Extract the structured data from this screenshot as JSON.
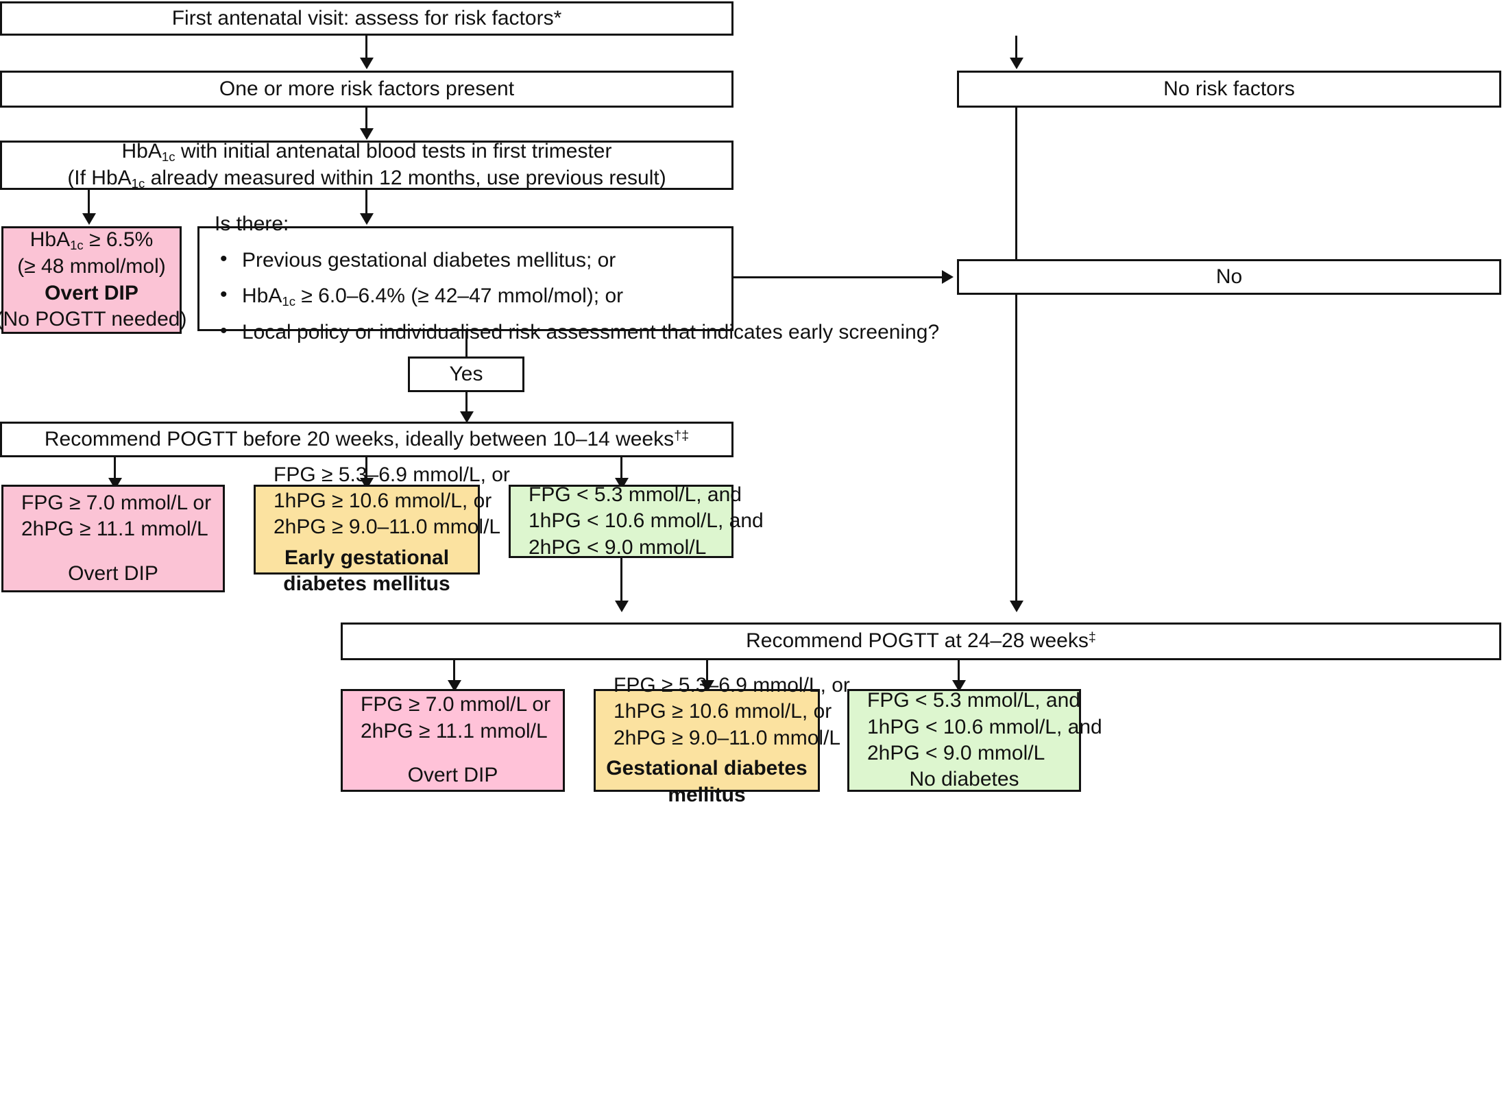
{
  "flowchart": {
    "title_node": {
      "label": "First antenatal visit: assess for risk factors*"
    },
    "risk_present": {
      "label": "One or more risk factors present"
    },
    "no_risk": {
      "label": "No risk factors"
    },
    "hba1c_test": {
      "line1_a": "HbA",
      "line1_sub": "1c",
      "line1_b": " with initial antenatal blood tests in first trimester",
      "line2_a": "(If HbA",
      "line2_sub": "1c",
      "line2_b": " already measured within 12 months, use previous result)"
    },
    "hba1c_high": {
      "line1_a": "HbA",
      "line1_sub": "1c",
      "line1_b": " ≥ 6.5%",
      "line2": "(≥ 48 mmol/mol)",
      "line3": "Overt DIP",
      "line4": "(No POGTT needed)"
    },
    "is_there": {
      "heading": "Is there:",
      "bullet1": "Previous gestational diabetes mellitus; or",
      "bullet2_a": "HbA",
      "bullet2_sub": "1c",
      "bullet2_b": " ≥ 6.0–6.4% (≥ 42–47 mmol/mol); or",
      "bullet3": "Local policy or individualised risk assessment that indicates early screening?"
    },
    "decision_no": {
      "label": "No"
    },
    "decision_yes": {
      "label": "Yes"
    },
    "pogtt_early": {
      "label_a": "Recommend POGTT before 20 weeks, ideally between 10–14 weeks",
      "label_sup": "†‡"
    },
    "early_results": [
      {
        "color": "pink",
        "lines": [
          "FPG ≥ 7.0 mmol/L or",
          "2hPG ≥ 11.1 mmol/L"
        ],
        "verdict": [
          "Overt DIP"
        ],
        "verdict_bold": false
      },
      {
        "color": "yellow",
        "lines": [
          "FPG ≥ 5.3–6.9 mmol/L, or",
          "1hPG ≥ 10.6 mmol/L, or",
          "2hPG ≥ 9.0–11.0 mmol/L"
        ],
        "verdict": [
          "Early gestational",
          "diabetes mellitus"
        ],
        "verdict_bold": true
      },
      {
        "color": "green",
        "lines": [
          "FPG < 5.3 mmol/L, and",
          "1hPG < 10.6 mmol/L, and",
          "2hPG < 9.0 mmol/L"
        ],
        "verdict": [],
        "verdict_bold": false
      }
    ],
    "pogtt_late": {
      "label_a": "Recommend POGTT at 24–28 weeks",
      "label_sup": "‡"
    },
    "late_results": [
      {
        "color": "pink",
        "lines": [
          "FPG ≥ 7.0 mmol/L or",
          "2hPG ≥ 11.1 mmol/L"
        ],
        "verdict": [
          "Overt DIP"
        ],
        "verdict_bold": false
      },
      {
        "color": "yellow",
        "lines": [
          "FPG ≥ 5.3–6.9 mmol/L, or",
          "1hPG ≥ 10.6 mmol/L, or",
          "2hPG ≥ 9.0–11.0 mmol/L"
        ],
        "verdict": [
          "Gestational diabetes",
          "mellitus"
        ],
        "verdict_bold": true
      },
      {
        "color": "green",
        "lines": [
          "FPG < 5.3 mmol/L, and",
          "1hPG < 10.6 mmol/L, and",
          "2hPG < 9.0 mmol/L"
        ],
        "verdict": [
          "No diabetes"
        ],
        "verdict_bold": false
      }
    ]
  },
  "colors": {
    "border": "#121212",
    "pink": "#fbc3d5",
    "yellow": "#fbe2a0",
    "green": "#ddf6cf",
    "background": "#ffffff"
  }
}
